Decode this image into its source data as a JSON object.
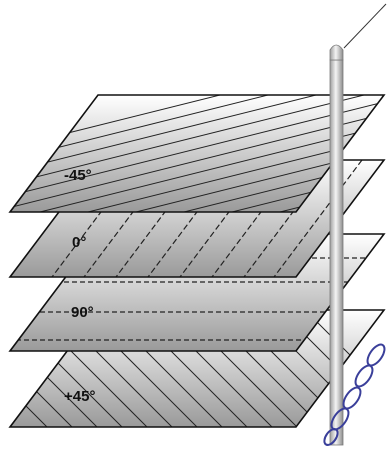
{
  "diagram": {
    "plies": [
      {
        "label": "-45°",
        "fiber_angle_deg": -45
      },
      {
        "label": "0°",
        "fiber_angle_deg": 0
      },
      {
        "label": "90°",
        "fiber_angle_deg": 90
      },
      {
        "label": "+45°",
        "fiber_angle_deg": 45
      }
    ]
  },
  "colors": {
    "ply_top": "#ffffff",
    "ply_bottom": "#9a9a9a",
    "ply_edge": "#111111",
    "pin": "#c8c8c8",
    "chain": "#3a3f9a"
  }
}
